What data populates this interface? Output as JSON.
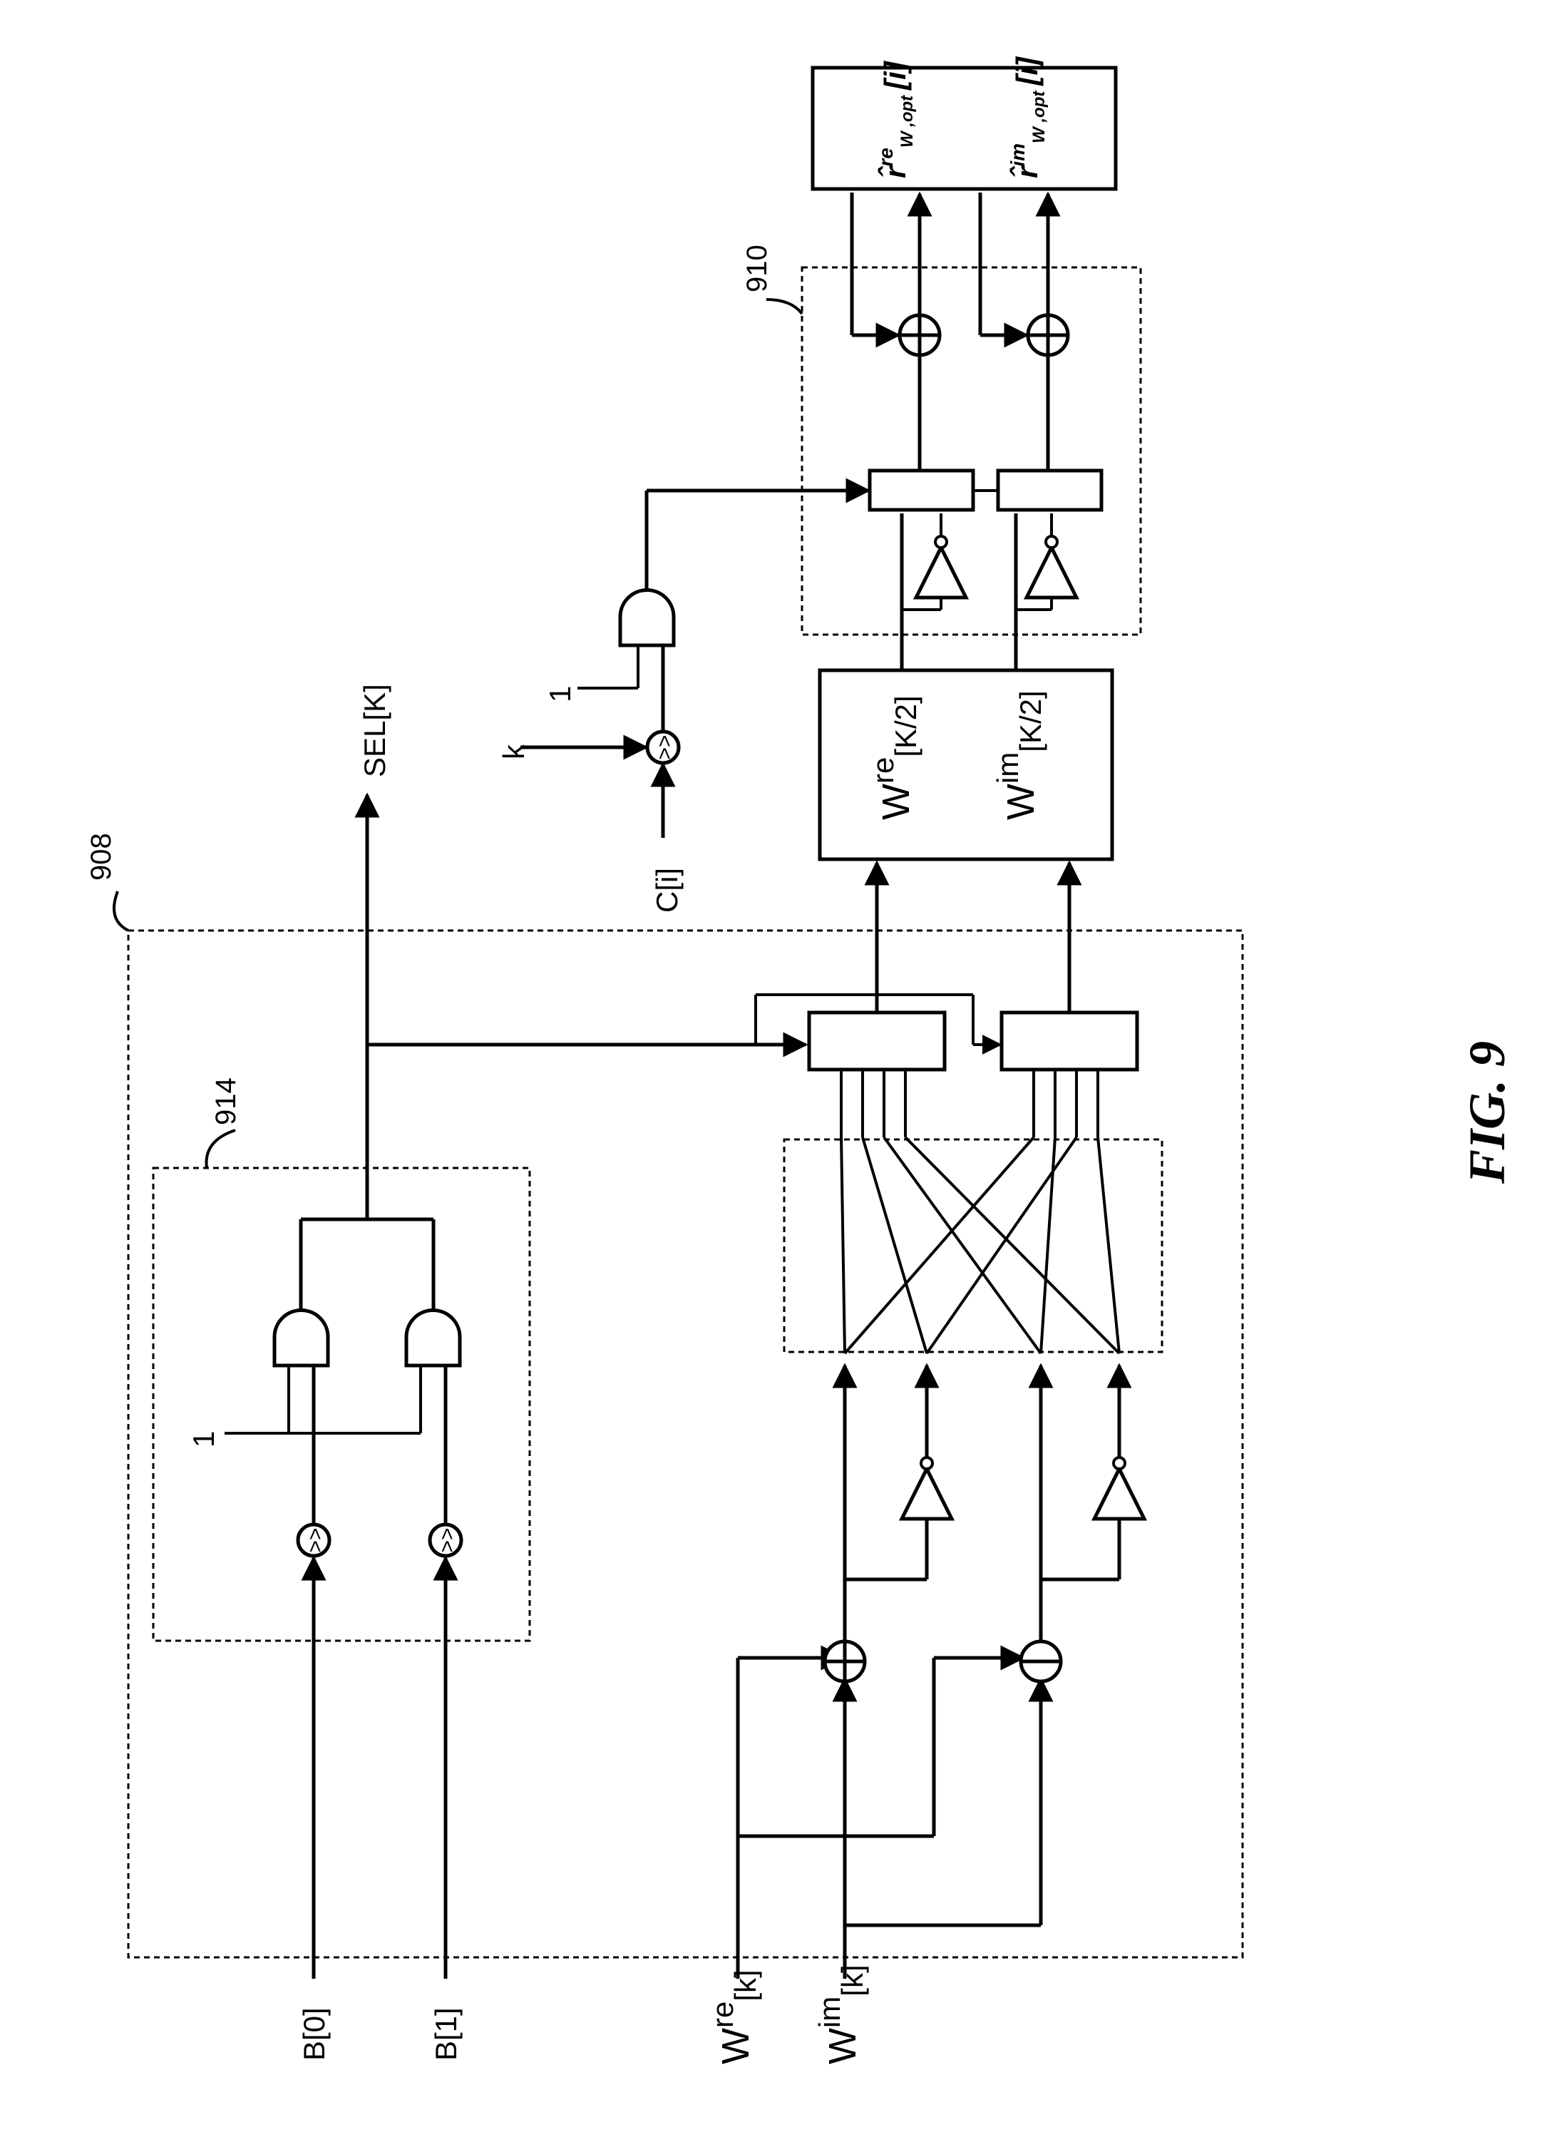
{
  "figure": {
    "caption": "FIG. 9"
  },
  "refs": {
    "r908": "908",
    "r910": "910",
    "r914": "914"
  },
  "inputs": {
    "b0": "B[0]",
    "b1": "B[1]",
    "wre_base": "W",
    "wre_sup": "re",
    "wre_sub": "[k]",
    "wim_base": "W",
    "wim_sup": "im",
    "wim_sub": "[k]",
    "ci": "C[i]",
    "k": "k",
    "one_a": "1",
    "one_b": "1"
  },
  "outputs": {
    "sel": "SEL[K]"
  },
  "memory": {
    "re_base": "W",
    "re_sup": "re",
    "re_sub": "[K/2]",
    "im_base": "W",
    "im_sup": "im",
    "im_sub": "[K/2]"
  },
  "result_box": {
    "re_base": "r̂",
    "re_sup": "re",
    "re_sub": "W ,opt",
    "re_idx": "[i]",
    "im_base": "r̂",
    "im_sup": "im",
    "im_sub": "W ,opt",
    "im_idx": "[i]"
  },
  "shift_symbol": ">>"
}
